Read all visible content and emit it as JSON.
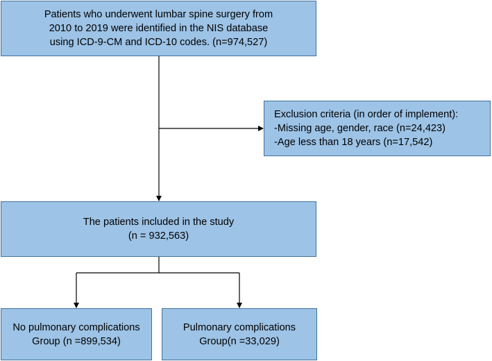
{
  "boxes": {
    "source": {
      "lines": [
        "Patients who underwent lumbar spine surgery from",
        "2010 to 2019 were identified in the NIS database",
        "using ICD-9-CM and ICD-10 codes. (n=974,527)"
      ]
    },
    "exclusion": {
      "lines": [
        "Exclusion criteria (in order of implement):",
        "-Missing age, gender, race (n=24,423)",
        "-Age less than 18 years (n=17,542)"
      ]
    },
    "included": {
      "lines": [
        "The patients included in the study",
        "(n = 932,563)"
      ]
    },
    "no_complications": {
      "lines": [
        "No pulmonary complications",
        "Group (n =899,534)"
      ]
    },
    "complications": {
      "lines": [
        "Pulmonary complications",
        "Group(n =33,029)"
      ]
    }
  },
  "colors": {
    "box_fill": "#9dc3e6",
    "box_border": "#41719c",
    "connector": "#000000"
  }
}
